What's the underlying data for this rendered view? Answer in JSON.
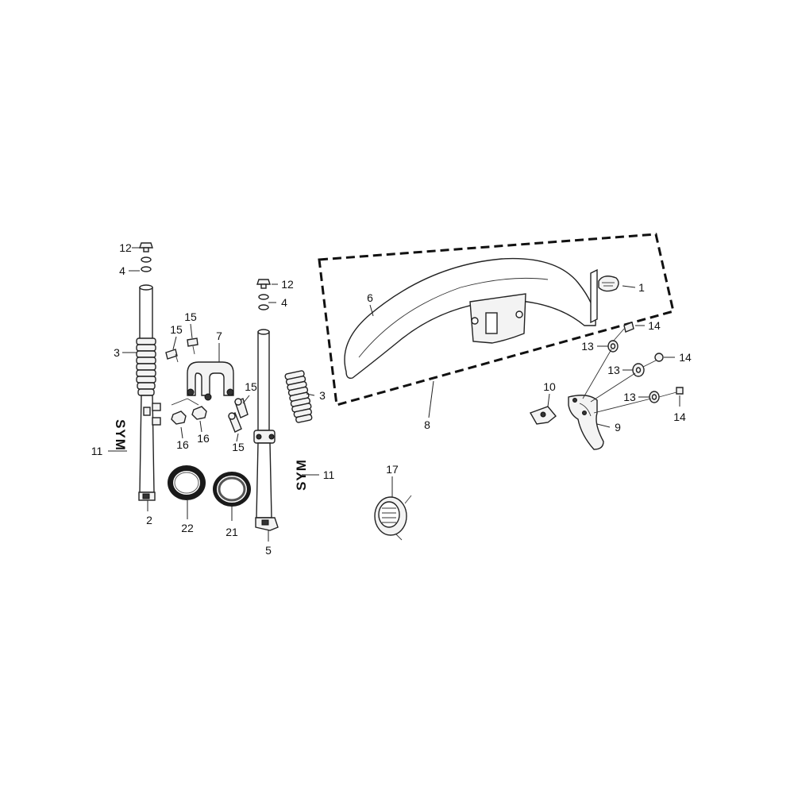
{
  "diagram": {
    "brand_mark": "SYM",
    "callouts": {
      "p1": "1",
      "p2": "2",
      "p3_left": "3",
      "p3_right": "3",
      "p4_left": "4",
      "p4_right": "4",
      "p5": "5",
      "p6": "6",
      "p7": "7",
      "p8": "8",
      "p9": "9",
      "p10": "10",
      "p11_left": "11",
      "p11_right": "11",
      "p12_left": "12",
      "p12_right": "12",
      "p13_a": "13",
      "p13_b": "13",
      "p13_c": "13",
      "p14_a": "14",
      "p14_b": "14",
      "p14_c": "14",
      "p15_a": "15",
      "p15_b": "15",
      "p15_c": "15",
      "p15_d": "15",
      "p16_a": "16",
      "p16_b": "16",
      "p17": "17",
      "p21": "21",
      "p22": "22"
    }
  }
}
